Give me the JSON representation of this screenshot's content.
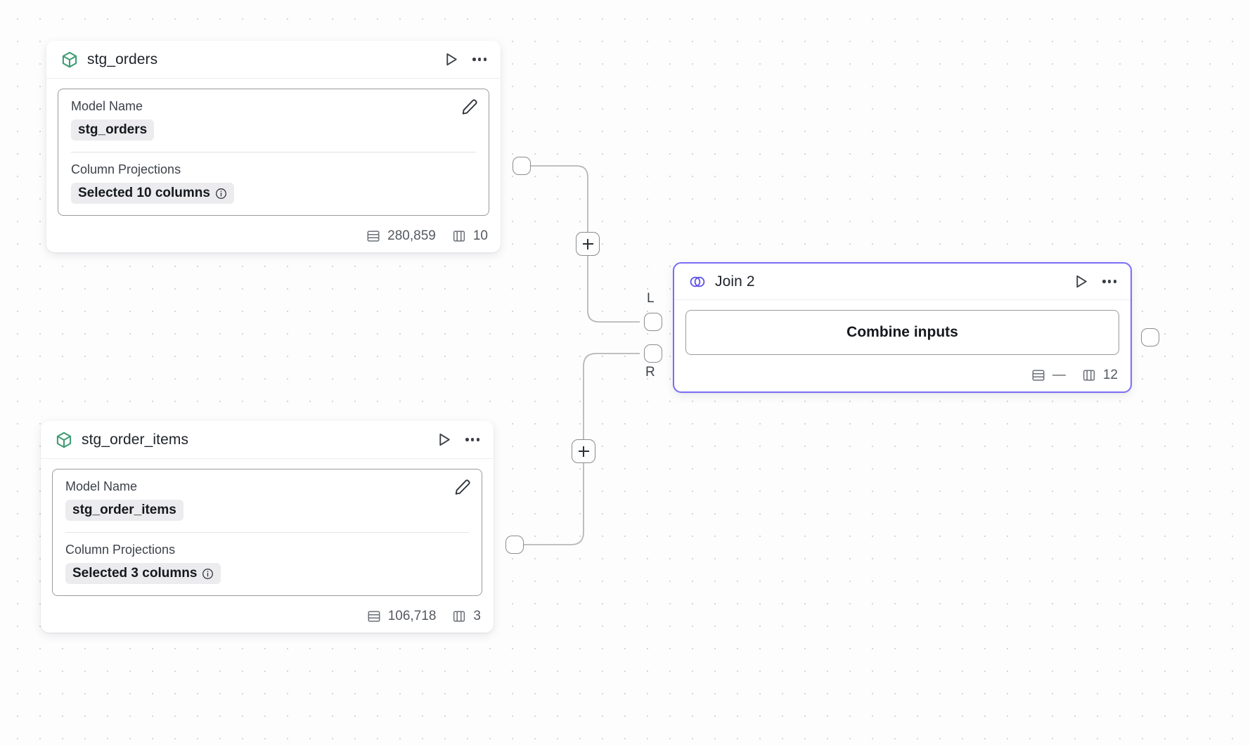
{
  "canvas": {
    "background_color": "#fdfdfd",
    "grid_dot_color": "#d6d6da",
    "accent_color": "#7b6ef6",
    "model_icon_color": "#3f9b74"
  },
  "nodes": [
    {
      "id": "stg_orders",
      "type": "model",
      "icon": "cube-icon",
      "title": "stg_orders",
      "header_actions": [
        "run-icon",
        "more-icon"
      ],
      "fields": [
        {
          "label": "Model Name",
          "value": "stg_orders",
          "has_info": false
        },
        {
          "label": "Column Projections",
          "value": "Selected 10 columns",
          "has_info": true
        }
      ],
      "edit_icon": "pencil-icon",
      "footer": {
        "rows_icon": "rows-icon",
        "rows": "280,859",
        "cols_icon": "columns-icon",
        "cols": "10"
      }
    },
    {
      "id": "stg_order_items",
      "type": "model",
      "icon": "cube-icon",
      "title": "stg_order_items",
      "header_actions": [
        "run-icon",
        "more-icon"
      ],
      "fields": [
        {
          "label": "Model Name",
          "value": "stg_order_items",
          "has_info": false
        },
        {
          "label": "Column Projections",
          "value": "Selected 3 columns",
          "has_info": true
        }
      ],
      "edit_icon": "pencil-icon",
      "footer": {
        "rows_icon": "rows-icon",
        "rows": "106,718",
        "cols_icon": "columns-icon",
        "cols": "3"
      }
    },
    {
      "id": "join_2",
      "type": "join",
      "icon": "venn-icon",
      "title": "Join 2",
      "selected": true,
      "header_actions": [
        "run-icon",
        "more-icon"
      ],
      "action_button": "Combine inputs",
      "input_ports": [
        {
          "key": "L",
          "label": "L"
        },
        {
          "key": "R",
          "label": "R"
        }
      ],
      "footer": {
        "rows_icon": "rows-icon",
        "rows": "—",
        "cols_icon": "columns-icon",
        "cols": "12"
      }
    }
  ],
  "edges": [
    {
      "from": "stg_orders",
      "to": "join_2",
      "to_port": "L",
      "add_button": "+"
    },
    {
      "from": "stg_order_items",
      "to": "join_2",
      "to_port": "R",
      "add_button": "+"
    }
  ]
}
